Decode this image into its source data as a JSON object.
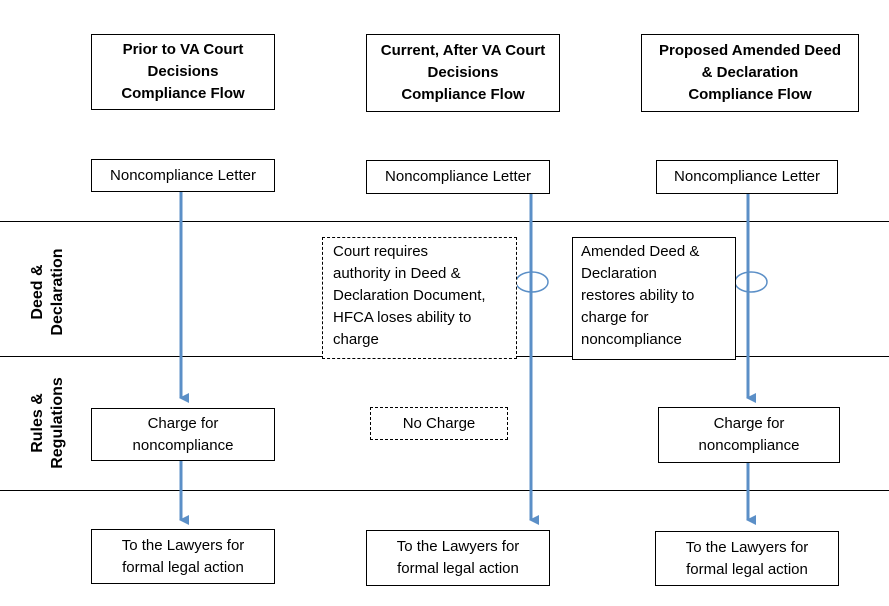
{
  "columns": [
    {
      "header": "Prior to VA Court\nDecisions\nCompliance Flow",
      "letter": "Noncompliance Letter",
      "charge": "Charge for\nnoncompliance",
      "lawyers": "To the Lawyers for\nformal legal action"
    },
    {
      "header": "Current, After VA Court\nDecisions\nCompliance Flow",
      "letter": "Noncompliance Letter",
      "deed_note": "Court requires\nauthority in Deed &\nDeclaration Document,\nHFCA loses ability to\ncharge",
      "charge": "No Charge",
      "lawyers": "To the Lawyers for\nformal legal action"
    },
    {
      "header": "Proposed Amended Deed\n&  Declaration\nCompliance Flow",
      "letter": "Noncompliance Letter",
      "deed_note": "Amended Deed &\nDeclaration\nrestores ability to\ncharge for\nnoncompliance",
      "charge": "Charge for\nnoncompliance",
      "lawyers": "To the Lawyers for\nformal legal action"
    }
  ],
  "rows": {
    "deed": "Deed &\nDeclaration",
    "rules": "Rules &\nRegulations"
  },
  "colors": {
    "arrow": "#5b8fc7",
    "line": "#000000"
  }
}
